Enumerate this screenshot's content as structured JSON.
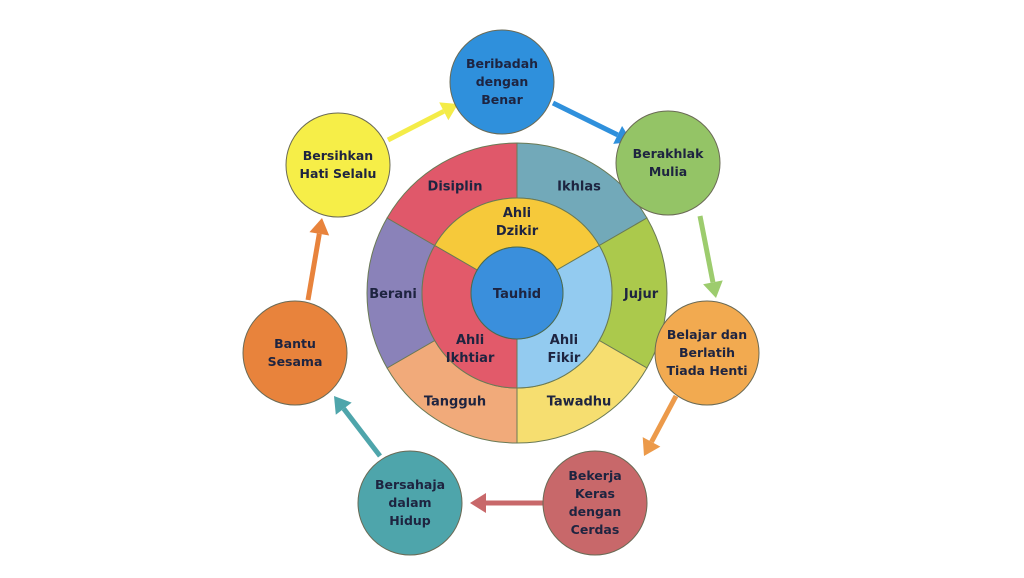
{
  "center": {
    "label": "Tauhid",
    "color": "#3a8fdc"
  },
  "inner_ring": [
    {
      "lines": [
        "Ahli",
        "Dzikir"
      ],
      "color": "#f6c93a"
    },
    {
      "lines": [
        "Ahli",
        "Fikir"
      ],
      "color": "#93cbf0"
    },
    {
      "lines": [
        "Ahli",
        "Ikhtiar"
      ],
      "color": "#e25a6a"
    }
  ],
  "outer_ring": [
    {
      "label": "Ikhlas",
      "color": "#72a9b9"
    },
    {
      "label": "Jujur",
      "color": "#abc94c"
    },
    {
      "label": "Tawadhu",
      "color": "#f6de70"
    },
    {
      "label": "Tangguh",
      "color": "#f1aa7a"
    },
    {
      "label": "Berani",
      "color": "#8a82b9"
    },
    {
      "label": "Disiplin",
      "color": "#e0586a"
    }
  ],
  "cycle": [
    {
      "lines": [
        "Beribadah",
        "dengan",
        "Benar"
      ],
      "color": "#2f90dc"
    },
    {
      "lines": [
        "Berakhlak",
        "Mulia"
      ],
      "color": "#94c466"
    },
    {
      "lines": [
        "Belajar dan",
        "Berlatih",
        "Tiada Henti"
      ],
      "color": "#f2aa50"
    },
    {
      "lines": [
        "Bekerja",
        "Keras",
        "dengan",
        "Cerdas"
      ],
      "color": "#c8686a"
    },
    {
      "lines": [
        "Bersahaja",
        "dalam",
        "Hidup"
      ],
      "color": "#4ea5ab"
    },
    {
      "lines": [
        "Bantu",
        "Sesama"
      ],
      "color": "#e8833c"
    },
    {
      "lines": [
        "Bersihkan",
        "Hati Selalu"
      ],
      "color": "#f6ee48"
    }
  ],
  "arrow_colors": [
    "#2f90dc",
    "#9dcc6e",
    "#ec9a4a",
    "#c8686a",
    "#4ea5ab",
    "#e8833c",
    "#f4ec48"
  ]
}
